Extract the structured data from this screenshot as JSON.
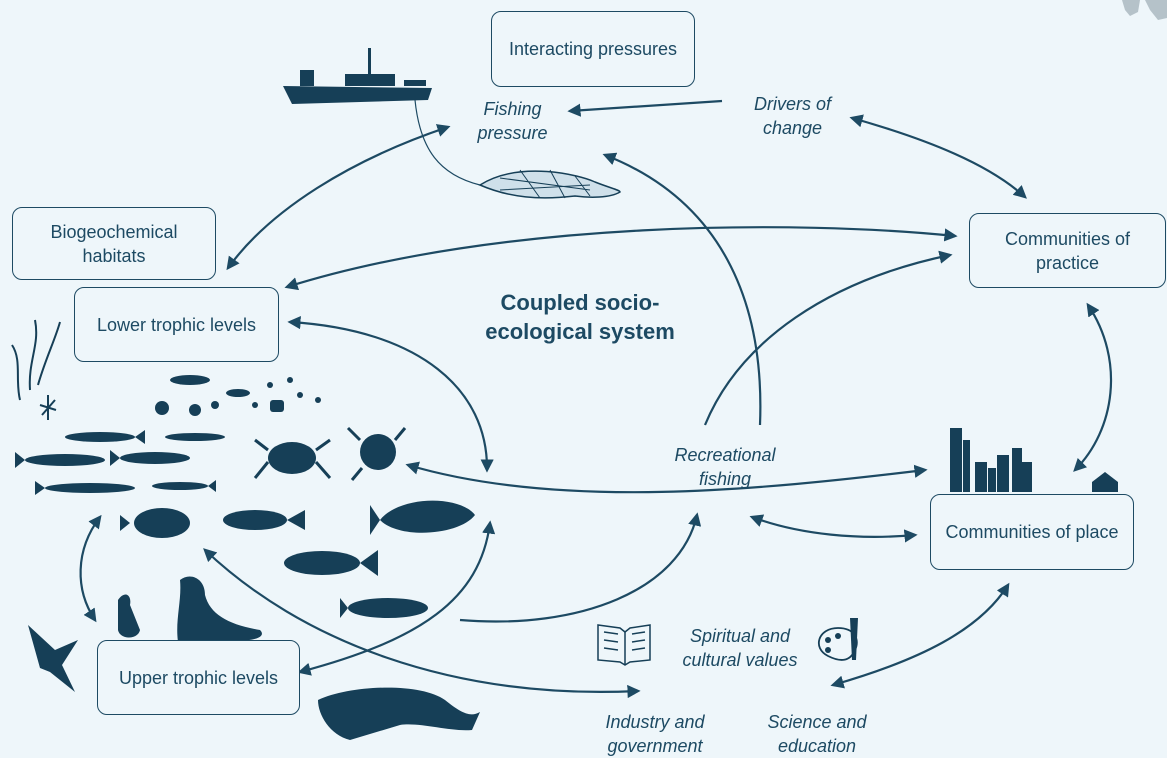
{
  "center_title": "Coupled socio-ecological system",
  "boxes": {
    "interacting_pressures": "Interacting pressures",
    "biogeochemical_habitats": "Biogeochemical habitats",
    "lower_trophic_levels": "Lower trophic levels",
    "upper_trophic_levels": "Upper trophic levels",
    "communities_of_practice": "Communities of practice",
    "communities_of_place": "Communities of place"
  },
  "labels": {
    "fishing_pressure": "Fishing pressure",
    "drivers_of_change": "Drivers of change",
    "recreational_fishing": "Recreational fishing",
    "spiritual_cultural_values": "Spiritual and cultural values",
    "industry_government": "Industry and government",
    "science_education": "Science and education"
  },
  "icons": [
    "fishing-vessel-icon",
    "trawl-net-icon",
    "seaweed-icon",
    "plankton-icon",
    "crab-icon",
    "fish-icon",
    "seabird-icon",
    "sea-lion-icon",
    "whale-icon",
    "city-skyline-icon",
    "open-book-icon",
    "paint-palette-icon"
  ],
  "colors": {
    "background": "#eef6fa",
    "primary": "#1d4a63",
    "silhouette": "#163f57"
  }
}
